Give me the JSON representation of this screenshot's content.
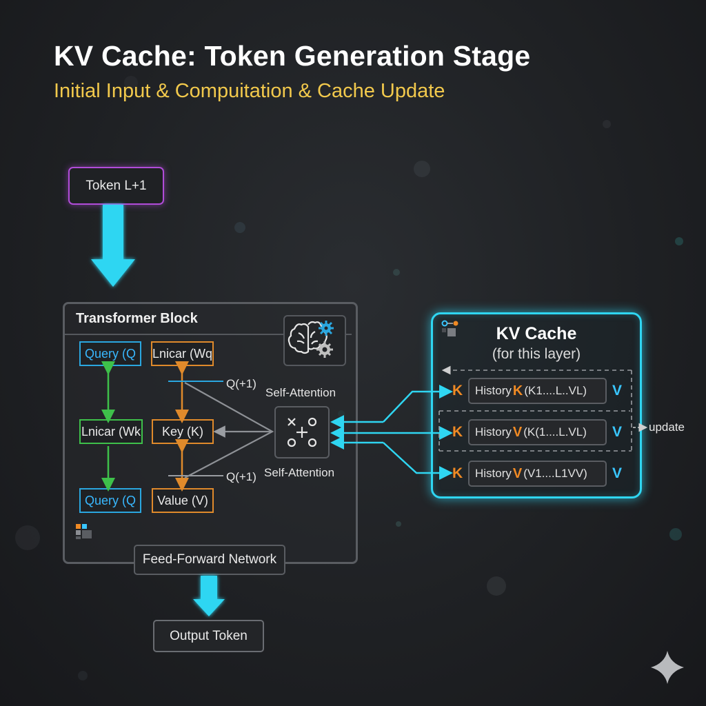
{
  "header": {
    "title": "KV Cache: Token Generation Stage",
    "subtitle": "Initial Input & Compuitation & Cache Update"
  },
  "input_token": {
    "label": "Token L+1"
  },
  "transformer": {
    "title": "Transformer Block",
    "nodes": {
      "query_top": "Query (Q",
      "linear_wq": "Lnicar (Wq",
      "linear_wk": "Lnicar (Wk",
      "key": "Key (K)",
      "query_bottom": "Query (Q",
      "value": "Value (V)"
    },
    "q_label_top": "Q(+1)",
    "q_label_bottom": "Q(+1)",
    "self_attention_top": "Self-Attention",
    "self_attention_bottom": "Self-Attention",
    "ffn": "Feed-Forward Network"
  },
  "output_token": {
    "label": "Output Token"
  },
  "kv_cache": {
    "title": "KV Cache",
    "subtitle": "(for this layer)",
    "rows": [
      {
        "k": "K",
        "prefix": "History",
        "letter": "K",
        "rest": "(K1....L..VL)",
        "v": "V"
      },
      {
        "k": "K",
        "prefix": "History",
        "letter": "V",
        "rest": "(K(1....L.VL)",
        "v": "V"
      },
      {
        "k": "K",
        "prefix": "History",
        "letter": "V",
        "rest": "(V1....L1VV)",
        "v": "V"
      }
    ],
    "update_label": "update"
  },
  "colors": {
    "cyan": "#2fd6f2",
    "purple": "#b14cd9",
    "green": "#3ec04a",
    "orange": "#e08a2b",
    "blue": "#2aa7e0",
    "yellow": "#f2c94c"
  },
  "icons": [
    "brain-gear-icon",
    "cache-grid-icon",
    "attention-grid-icon",
    "sparkle-icon"
  ]
}
